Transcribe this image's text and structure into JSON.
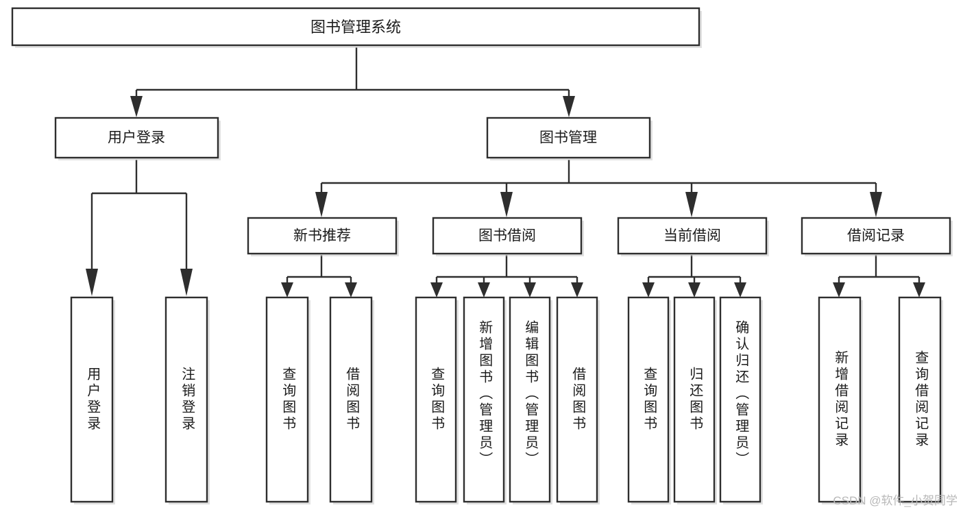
{
  "diagram": {
    "title": "图书管理系统",
    "type": "tree-hierarchy-diagram",
    "colors": {
      "box_fill": "#ffffff",
      "box_stroke": "#2e2e2e",
      "connector": "#2e2e2e",
      "text": "#1b1b1b",
      "watermark": "#b8b8b8",
      "background": "#ffffff"
    },
    "root": {
      "label": "图书管理系统"
    },
    "level2": [
      {
        "id": "user-login",
        "label": "用户登录"
      },
      {
        "id": "book-management",
        "label": "图书管理"
      }
    ],
    "level3": [
      {
        "id": "new-book-recommend",
        "label": "新书推荐",
        "parent": "book-management"
      },
      {
        "id": "book-borrow",
        "label": "图书借阅",
        "parent": "book-management"
      },
      {
        "id": "current-borrow",
        "label": "当前借阅",
        "parent": "book-management"
      },
      {
        "id": "borrow-record",
        "label": "借阅记录",
        "parent": "book-management"
      }
    ],
    "leaves": [
      {
        "id": "leaf-user-login",
        "label": "用户登录",
        "parent": "user-login"
      },
      {
        "id": "leaf-user-logout",
        "label": "注销登录",
        "parent": "user-login"
      },
      {
        "id": "leaf-query-book-1",
        "label": "查询图书",
        "parent": "new-book-recommend"
      },
      {
        "id": "leaf-borrow-book-1",
        "label": "借阅图书",
        "parent": "new-book-recommend"
      },
      {
        "id": "leaf-query-book-2",
        "label": "查询图书",
        "parent": "book-borrow"
      },
      {
        "id": "leaf-add-book",
        "label": "新增图书（管理员）",
        "parent": "book-borrow"
      },
      {
        "id": "leaf-edit-book",
        "label": "编辑图书（管理员）",
        "parent": "book-borrow"
      },
      {
        "id": "leaf-borrow-book-2",
        "label": "借阅图书",
        "parent": "book-borrow"
      },
      {
        "id": "leaf-query-book-3",
        "label": "查询图书",
        "parent": "current-borrow"
      },
      {
        "id": "leaf-return-book",
        "label": "归还图书",
        "parent": "current-borrow"
      },
      {
        "id": "leaf-confirm-return",
        "label": "确认归还（管理员）",
        "parent": "current-borrow"
      },
      {
        "id": "leaf-add-record",
        "label": "新增借阅记录",
        "parent": "borrow-record"
      },
      {
        "id": "leaf-query-record",
        "label": "查询借阅记录",
        "parent": "borrow-record"
      }
    ]
  },
  "watermark": {
    "text": "CSDN @软件_小贺同学"
  }
}
